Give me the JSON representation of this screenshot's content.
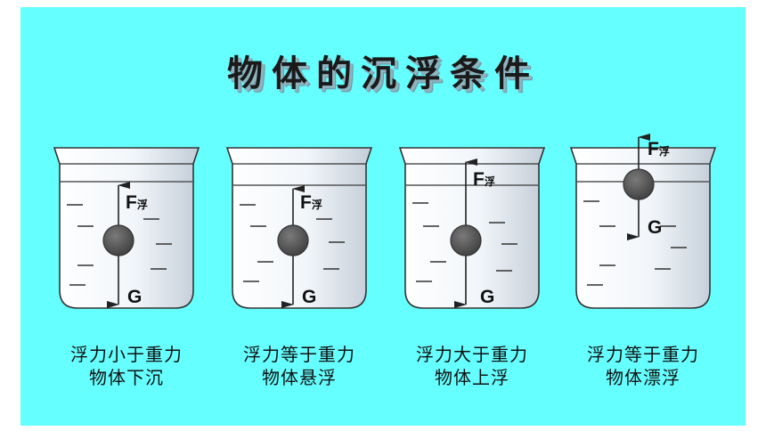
{
  "title": "物体的沉浮条件",
  "force_labels": {
    "buoyancy": "F",
    "buoyancy_sub": "浮",
    "gravity": "G"
  },
  "beakers": [
    {
      "line1": "浮力小于重力",
      "line2": "物体下沉"
    },
    {
      "line1": "浮力等于重力",
      "line2": "物体悬浮"
    },
    {
      "line1": "浮力大于重力",
      "line2": "物体上浮"
    },
    {
      "line1": "浮力等于重力",
      "line2": "物体漂浮"
    }
  ],
  "colors": {
    "background": "#66ffff",
    "water_line": "#555555",
    "ball": "#555555"
  }
}
